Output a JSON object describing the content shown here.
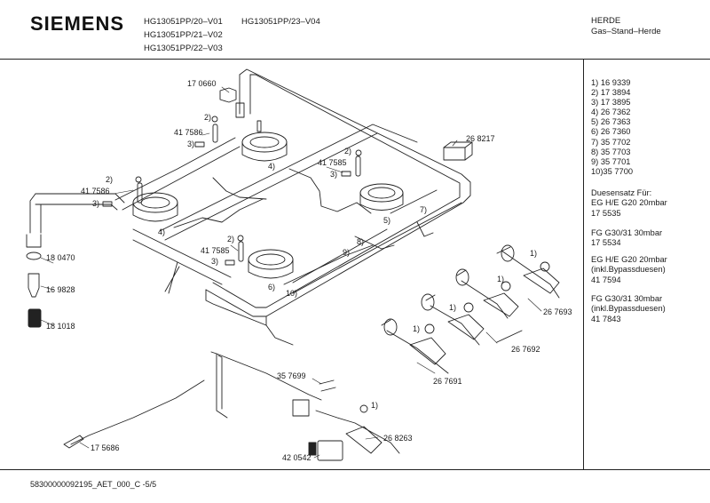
{
  "header": {
    "brand": "SIEMENS",
    "models_col1": [
      "HG13051PP/20–V01",
      "HG13051PP/21–V02",
      "HG13051PP/22–V03"
    ],
    "models_col2": [
      "HG13051PP/23–V04"
    ],
    "category": "HERDE",
    "subcategory": "Gas–Stand–Herde"
  },
  "parts_list": [
    "1) 16 9339",
    "2) 17 3894",
    "3) 17 3895",
    "4) 26 7362",
    "5) 26 7363",
    "6) 26 7360",
    "7) 35 7702",
    "8) 35 7703",
    "9) 35 7701",
    "10)35 7700"
  ],
  "nozzle_notes": [
    [
      "Duesensatz Für:",
      "EG H/E G20 20mbar",
      "17 5535"
    ],
    [
      "FG G30/31 30mbar",
      "17 5534"
    ],
    [
      "EG H/E G20 20mbar",
      "(inkl.Bypassduesen)",
      "41 7594"
    ],
    [
      "FG G30/31 30mbar",
      "(inkl.Bypassduesen)",
      "41 7843"
    ]
  ],
  "callouts": {
    "p170660": "17 0660",
    "p417586a": "41 7586",
    "p417586b": "41 7586",
    "p417585a": "41 7585",
    "p417585b": "41 7585",
    "p268217": "26 8217",
    "p180470": "18 0470",
    "p169828": "16 9828",
    "p181018": "18 1018",
    "p267693": "26 7693",
    "p267692": "26 7692",
    "p267691": "26 7691",
    "p357699": "35 7699",
    "p268263": "26 8263",
    "p420542": "42 0542",
    "p175686": "17 5686",
    "n1": "1)",
    "n2": "2)",
    "n3": "3)",
    "n4": "4)",
    "n5": "5)",
    "n6": "6)",
    "n7": "7)",
    "n8": "8)",
    "n9": "9)",
    "n10": "10)"
  },
  "footer": "58300000092195_AET_000_C -5/5"
}
